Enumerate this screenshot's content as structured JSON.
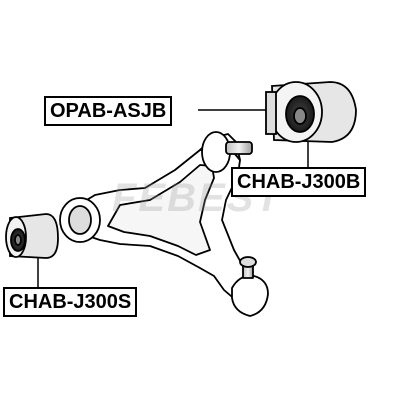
{
  "labels": {
    "opab": "OPAB-ASJB",
    "chab_j300b": "CHAB-J300B",
    "chab_j300s": "CHAB-J300S"
  },
  "watermark": {
    "text": "FEBEST",
    "kind": "logo"
  },
  "colors": {
    "outline": "#000000",
    "background": "#ffffff",
    "bushing_fill": "#e6e6e6",
    "arm_fill": "#ffffff"
  }
}
